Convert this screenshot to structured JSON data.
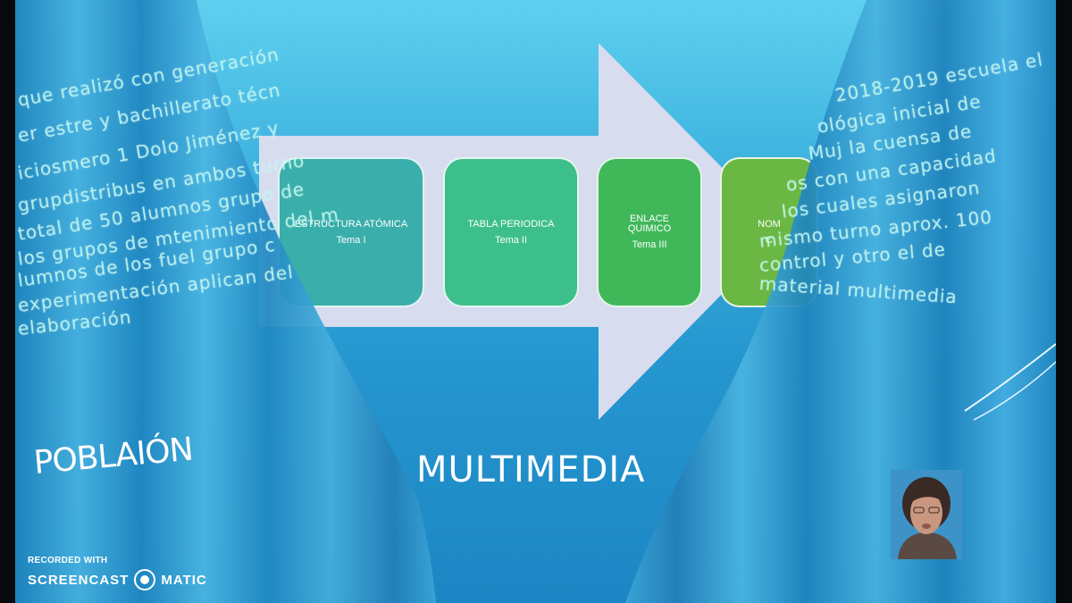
{
  "slide": {
    "diagram_steps": [
      {
        "title": "ESTRUCTURA ATÓMICA",
        "subtitle": "Tema I"
      },
      {
        "title": "TABLA PERIODICA",
        "subtitle": "Tema II"
      },
      {
        "title": "ENLACE QUIMICO",
        "subtitle": "Tema III"
      },
      {
        "title": "NOM",
        "subtitle": "C"
      }
    ],
    "heading": "MULTIMEDIA",
    "left_curtain_heading": "POBLAIÓN",
    "left_curtain_lines": [
      "que realizó con generación",
      "er estre y bachillerato técn",
      "iciosmero 1 Dolo Jiménez y",
      "grupdistribus en ambos turno",
      "total de 50 alumnos grupo de",
      "los grupos de mtenimiento del m",
      "lumnos de los fuel grupo c",
      "experimentación aplican del",
      "elaboración"
    ],
    "right_curtain_lines": [
      "2018-2019 escuela el",
      "ológica inicial de",
      "Muj la cuensa de",
      "os con una capacidad",
      "los cuales asignaron",
      "mismo turno aprox. 100",
      "control y otro el de",
      "material multimedia"
    ]
  },
  "watermark": {
    "recorded_with": "RECORDED WITH",
    "brand_left": "SCREENCAST",
    "brand_right": "MATIC"
  },
  "colors": {
    "box1": "#3aaeaa",
    "box2": "#3dbf8c",
    "box3": "#40b85a",
    "box4": "#6ab743",
    "arrow": "#d7dcef",
    "curtain": "#2a8fc4"
  }
}
